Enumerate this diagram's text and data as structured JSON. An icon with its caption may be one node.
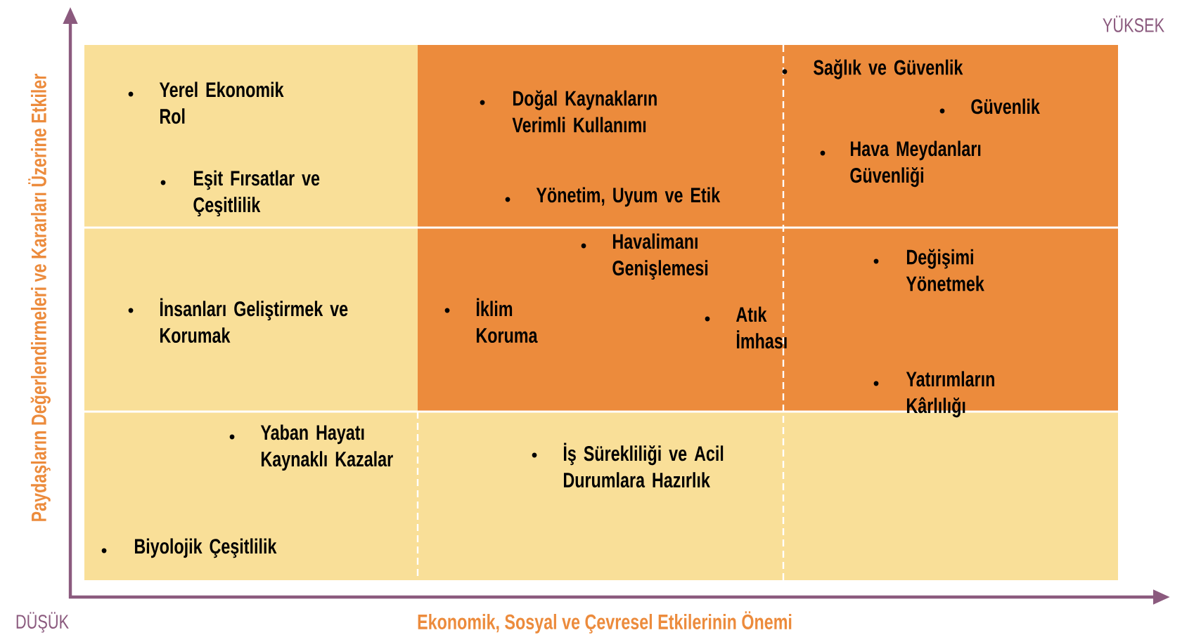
{
  "diagram": {
    "labels": [
      "YÜKSEK",
      "Sağlık ve Güvenlik",
      "Yerel Ekonomik Rol",
      "Doğal Kaynakların Verimli Kullanımı",
      "Güvenlik",
      "Hava Meydanları Güvenliği",
      "Eşit Fırsatlar ve Çeşitlilik",
      "Yönetim, Uyum ve Etik",
      "Havalimanı Genişlemesi",
      "Değişimi Yönetmek",
      "İnsanları Geliştirmek ve Korumak",
      "İklim Koruma",
      "Atık İmhası",
      "Yatırımların Kârlılığı",
      "Yaban Hayatı Kaynaklı Kazalar",
      "İş Sürekliliği ve Acil Durumlara Hazırlık",
      "Biyolojik Çeşitlilik",
      "Paydaşların Değerlendirmeleri ve Kararları Üzerine Etkiler",
      "DÜŞÜK",
      "Ekonomik, Sosyal ve Çevresel Etkilerinin Önemi"
    ]
  }
}
